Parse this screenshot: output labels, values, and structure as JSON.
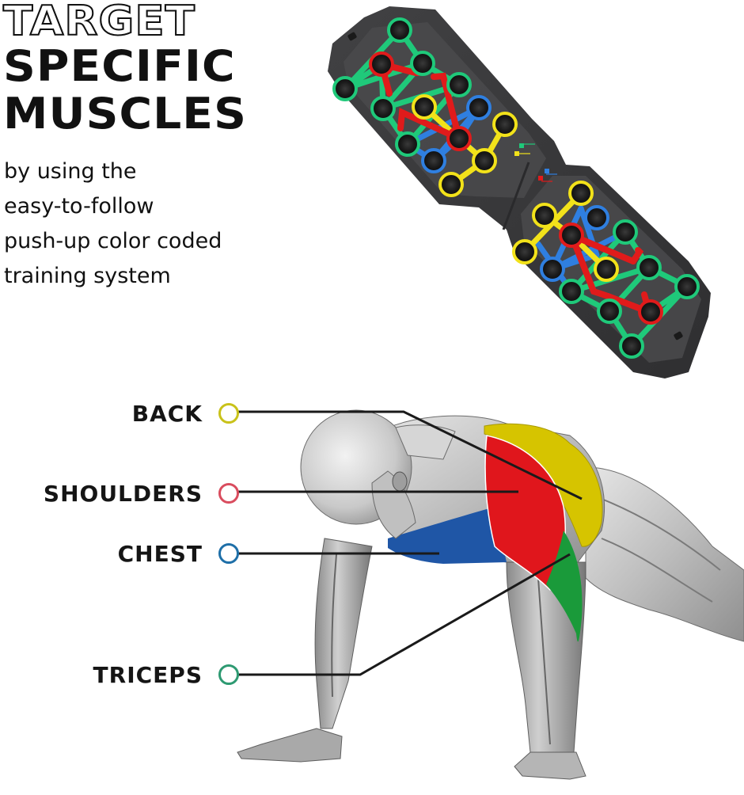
{
  "headline": {
    "line1": "TARGET",
    "line2": "SPECIFIC",
    "line3": "MUSCLES"
  },
  "subcopy": {
    "lines": [
      "by using the",
      "easy-to-follow",
      "push-up color coded",
      "training system"
    ]
  },
  "board": {
    "description": "foldable push-up board with color coded handle positions",
    "colors": {
      "body": "#3a3a3c",
      "panel": "#48484a",
      "green": "#1fc97a",
      "red": "#e01b1b",
      "yellow": "#f2e21a",
      "blue": "#2f7fe0"
    },
    "legend": [
      {
        "color": "green",
        "hex": "#1fc97a"
      },
      {
        "color": "yellow",
        "hex": "#f2e21a"
      },
      {
        "color": "blue",
        "hex": "#2f7fe0"
      },
      {
        "color": "red",
        "hex": "#e01b1b"
      }
    ]
  },
  "callouts": [
    {
      "id": "back",
      "label": "BACK",
      "ring_color": "#c9c21a",
      "muscle_color": "#d6c400"
    },
    {
      "id": "shoulders",
      "label": "SHOULDERS",
      "ring_color": "#d94c5e",
      "muscle_color": "#e0161c"
    },
    {
      "id": "chest",
      "label": "CHEST",
      "ring_color": "#1e6fa8",
      "muscle_color": "#1f56a6"
    },
    {
      "id": "triceps",
      "label": "TRICEPS",
      "ring_color": "#2e9a72",
      "muscle_color": "#1a9a3a"
    }
  ]
}
